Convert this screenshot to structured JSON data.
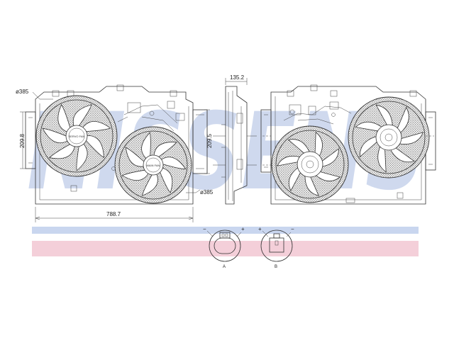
{
  "watermark": {
    "text": "NISSENS",
    "color": "#c7d3ec"
  },
  "stripes": {
    "blue": "#c9d6ef",
    "pink": "#f4cfd9"
  },
  "dimensions": {
    "fan_diameter_left": "ø385",
    "height_left": "209.8",
    "height_right": "209.5",
    "fan_diameter_bottom": "ø385",
    "total_width": "788.7",
    "depth": "135.2"
  },
  "connectors": [
    {
      "id": "A",
      "minus": "−",
      "plus": "+"
    },
    {
      "id": "B",
      "plus": "+",
      "minus": "−"
    }
  ],
  "motor_labels": [
    "SERVO FAN",
    "MAIN FAN"
  ]
}
